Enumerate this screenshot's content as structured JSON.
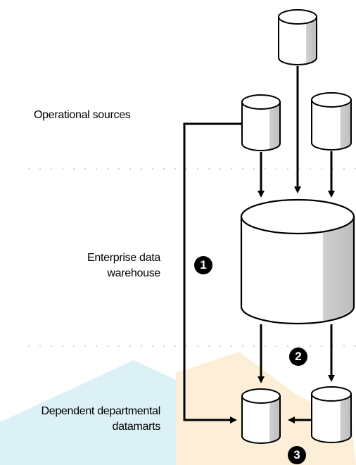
{
  "labels": {
    "operational_sources": "Operational sources",
    "enterprise_line1": "Enterprise data",
    "enterprise_line2": "warehouse",
    "datamarts_line1": "Dependent departmental",
    "datamarts_line2": "datamarts"
  },
  "badges": {
    "one": "1",
    "two": "2",
    "three": "3"
  },
  "colors": {
    "stroke": "#000000",
    "cylinder_fill": "#ffffff",
    "cylinder_shade": "#cfcfcf",
    "divider": "#c8c8c8",
    "watermark_blue": "#bfe6ee",
    "watermark_orange": "#fbe1b6"
  }
}
